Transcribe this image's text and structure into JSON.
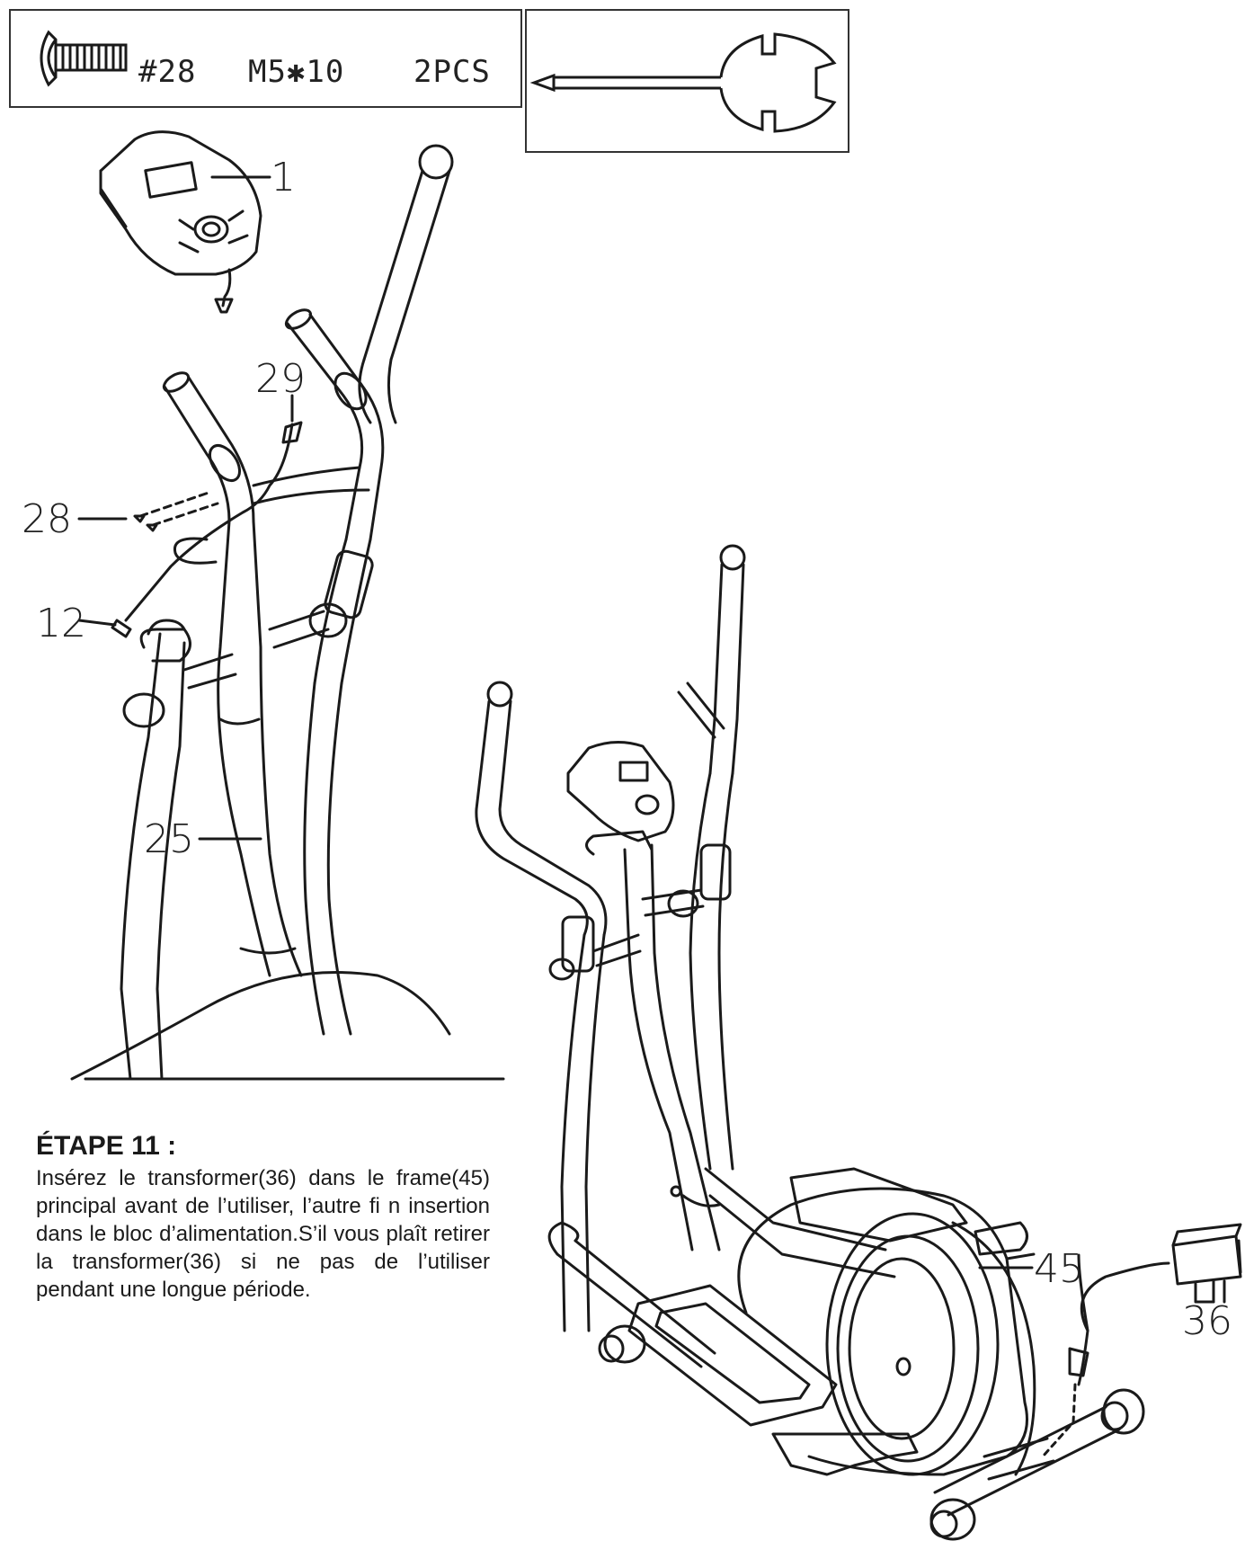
{
  "hardware": {
    "part_number": "#28",
    "size": "M5✱10",
    "quantity": "2PCS"
  },
  "callouts": {
    "console": "1",
    "cable": "29",
    "screws": "28",
    "plug": "12",
    "mast": "25",
    "frame": "45",
    "transformer": "36"
  },
  "step": {
    "title": "ÉTAPE 11 :",
    "text": "Insérez le transformer(36) dans le frame(45) principal avant de l’utiliser, l’autre fi n insertion dans le bloc d’alimentation.S’il vous plaît retirer la transformer(36) si ne pas de l’utiliser pendant une longue période."
  }
}
